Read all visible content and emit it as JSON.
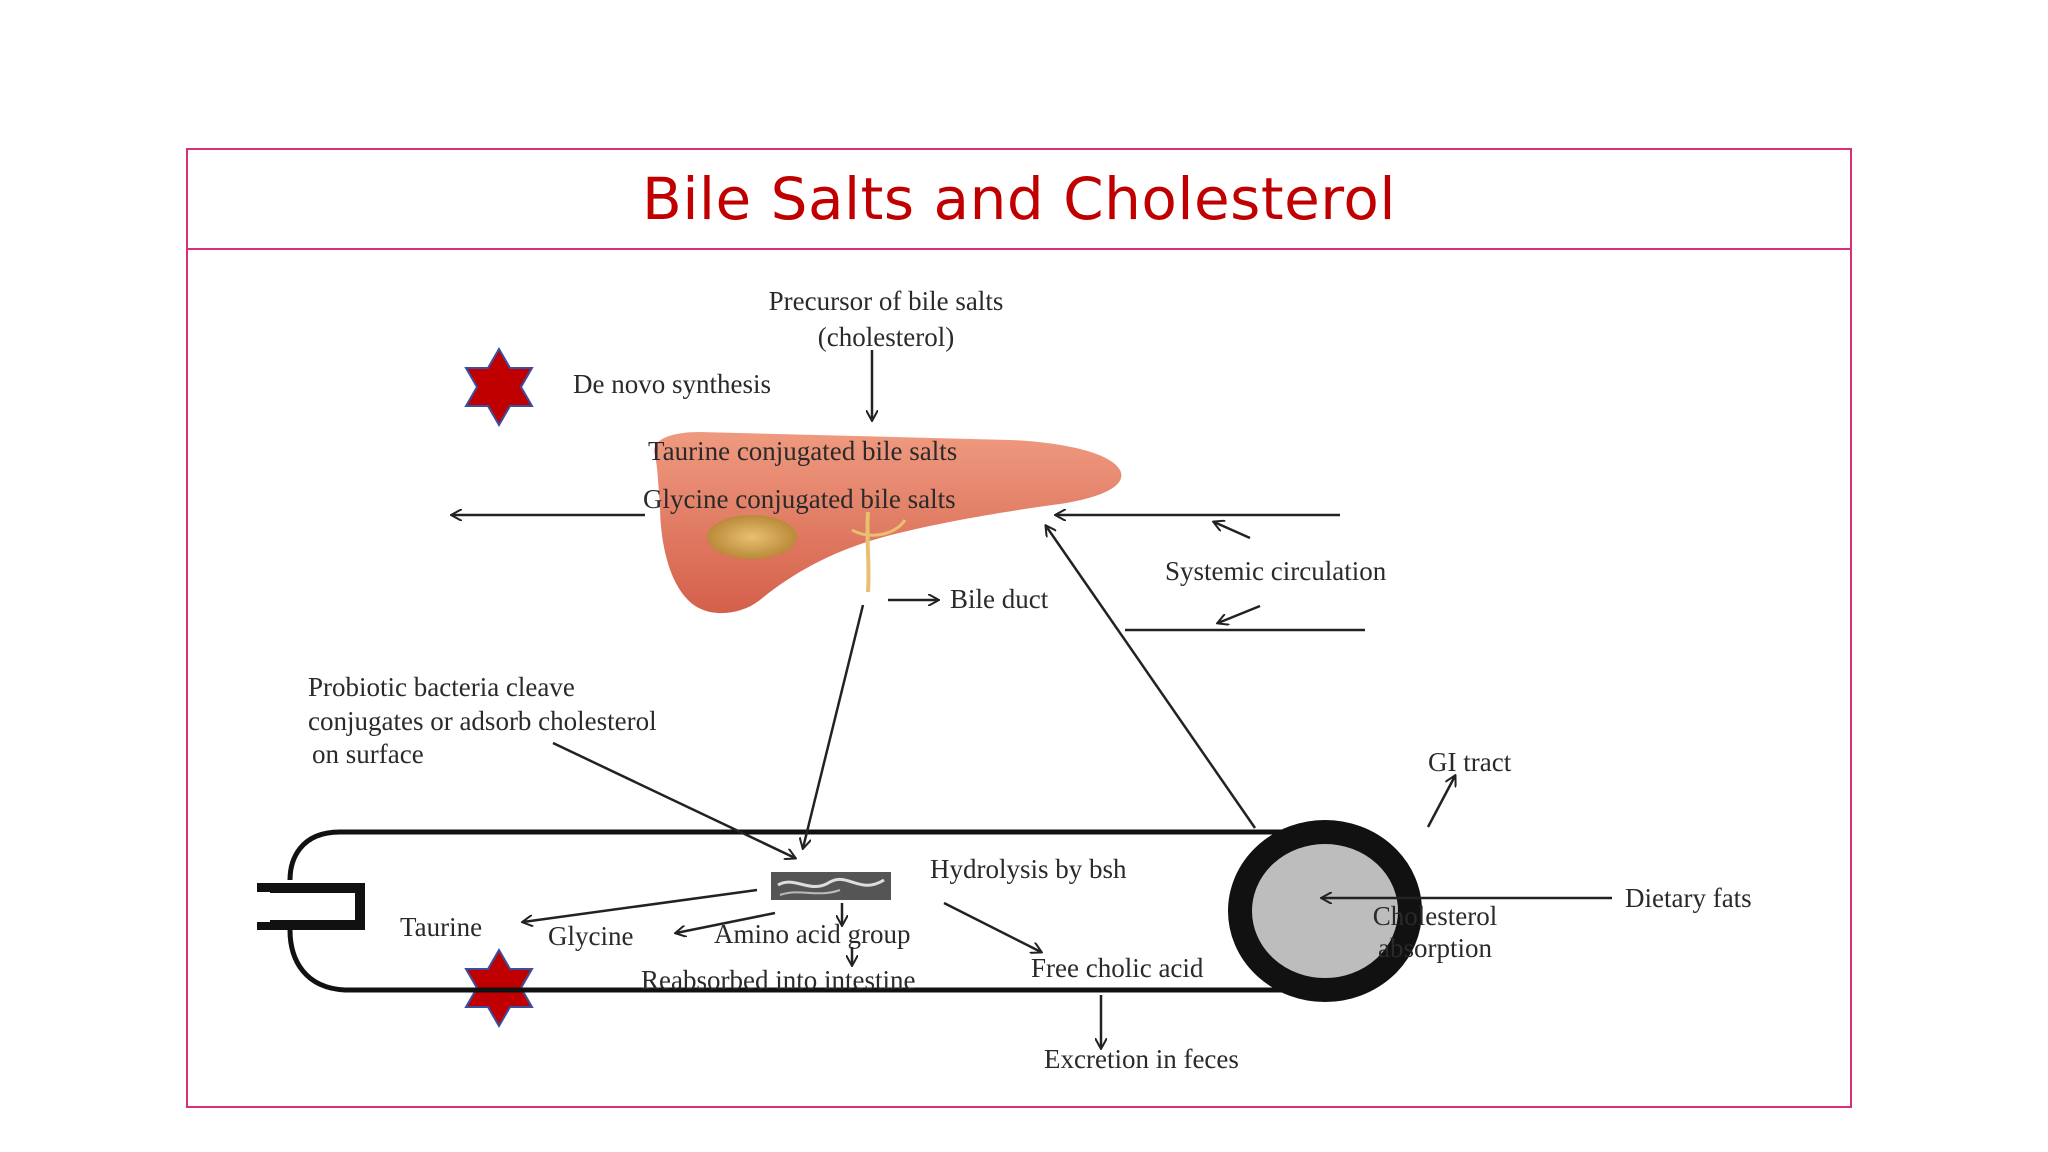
{
  "slide": {
    "title": "Bile Salts and Cholesterol"
  },
  "colors": {
    "title": "#c00000",
    "border": "#d6307a",
    "star": "#c00000",
    "liver": "#e07a5f"
  },
  "labels": {
    "precursor_line1": "Precursor of bile salts",
    "precursor_line2": "(cholesterol)",
    "de_novo": "De novo synthesis",
    "taurine_conj": "Taurine conjugated bile salts",
    "glycine_conj": "Glycine conjugated bile salts",
    "systemic": "Systemic circulation",
    "bile_duct": "Bile duct",
    "probiotic_line1": "Probiotic bacteria cleave",
    "probiotic_line2": "conjugates or adsorb cholesterol",
    "probiotic_line3": "on surface",
    "gi_tract": "GI tract",
    "hydrolysis": "Hydrolysis by bsh",
    "dietary_fats": "Dietary fats",
    "taurine": "Taurine",
    "glycine": "Glycine",
    "amino_acid": "Amino acid group",
    "cholesterol_abs_line1": "Cholesterol",
    "cholesterol_abs_line2": "absorption",
    "reabsorbed": "Reabsorbed into intestine",
    "free_cholic": "Free cholic acid",
    "excretion": "Excretion in feces"
  },
  "icons": {
    "star": "six-point-star-icon",
    "liver": "liver-icon",
    "bacteria": "bacteria-icon"
  }
}
